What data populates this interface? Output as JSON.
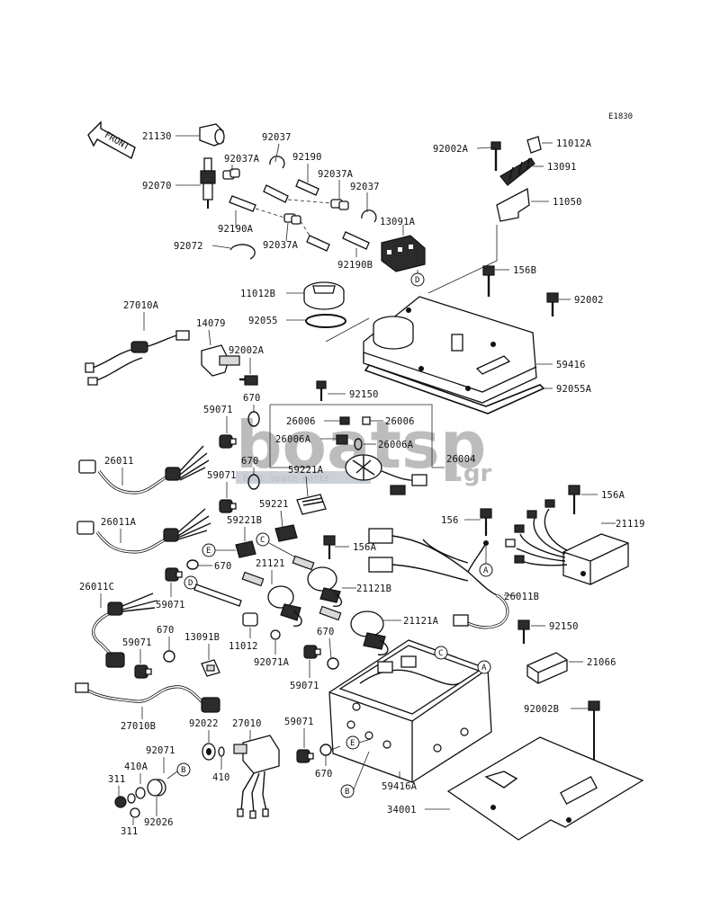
{
  "diagram_code": "E1830",
  "front_label": "FRONT",
  "watermark": {
    "logo_text": "boatsp",
    "logo_suffix": ".gr",
    "tagline": "boat spare parts"
  },
  "part_labels": {
    "p21130": "21130",
    "p92070": "92070",
    "p92037_top": "92037",
    "p92037A_1": "92037A",
    "p92190": "92190",
    "p92037A_2": "92037A",
    "p92037_2": "92037",
    "p13091A": "13091A",
    "p92190A": "92190A",
    "p92037A_3": "92037A",
    "p92072": "92072",
    "p92190B": "92190B",
    "p92002A_top": "92002A",
    "p11012A": "11012A",
    "p13091": "13091",
    "p11050": "11050",
    "p156B": "156B",
    "p92002": "92002",
    "p11012B": "11012B",
    "p92055": "92055",
    "p59416": "59416",
    "p92055A": "92055A",
    "p27010A": "27010A",
    "p14079": "14079",
    "p92002A_mid": "92002A",
    "p92150_top": "92150",
    "p670_1": "670",
    "p59071_1": "59071",
    "p26006_l": "26006",
    "p26006_r": "26006",
    "p26006A_l": "26006A",
    "p26006A_r": "26006A",
    "p26004": "26004",
    "p26011": "26011",
    "p670_2": "670",
    "p59071_2": "59071",
    "p59221A": "59221A",
    "p59221": "59221",
    "p156A_r": "156A",
    "p21119": "21119",
    "p26011A": "26011A",
    "p59221B": "59221B",
    "p156": "156",
    "p156A_mid": "156A",
    "p670_3": "670",
    "p21121": "21121",
    "p21121B": "21121B",
    "p26011C": "26011C",
    "p59071_3": "59071",
    "p26011B": "26011B",
    "p670_4": "670",
    "p11012": "11012",
    "p92150_r": "92150",
    "p21121A": "21121A",
    "p59071_4": "59071",
    "p13091B": "13091B",
    "p670_5": "670",
    "p92071A": "92071A",
    "p59071_5": "59071",
    "p21066": "21066",
    "p27010B": "27010B",
    "p92022": "92022",
    "p27010": "27010",
    "p92071": "92071",
    "p410A": "410A",
    "p59071_6": "59071",
    "p92002B": "92002B",
    "p311_1": "311",
    "p410": "410",
    "p670_6": "670",
    "p59416A": "59416A",
    "p92026": "92026",
    "p311_2": "311",
    "p34001": "34001"
  },
  "reference_bubbles": {
    "D_top": "D",
    "E_left": "E",
    "C_left": "C",
    "D_left": "D",
    "A_right": "A",
    "C_box": "C",
    "A_box": "A",
    "E_box": "E",
    "B_left": "B",
    "B_box": "B"
  }
}
